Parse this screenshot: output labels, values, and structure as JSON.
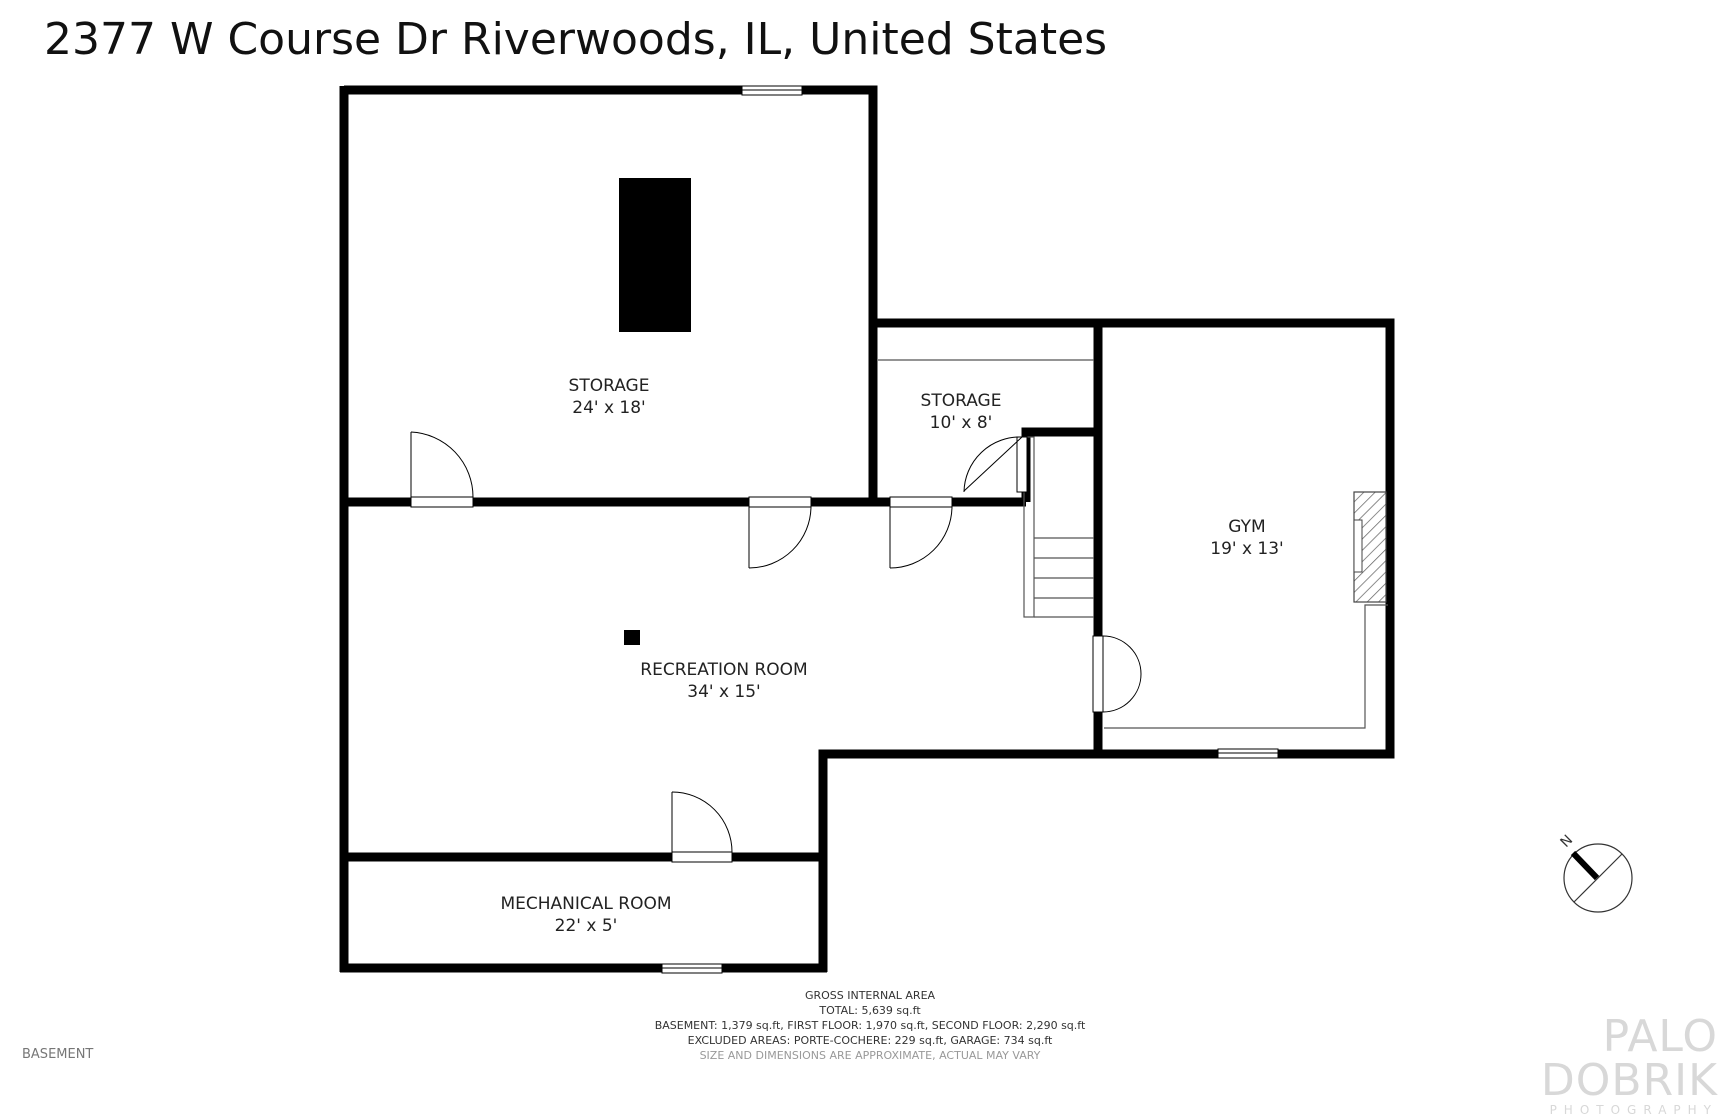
{
  "title": "2377 W Course Dr Riverwoods, IL, United States",
  "rooms": [
    {
      "name": "STORAGE",
      "dims": "24' x 18'"
    },
    {
      "name": "STORAGE",
      "dims": "10' x 8'"
    },
    {
      "name": "GYM",
      "dims": "19' x 13'"
    },
    {
      "name": "RECREATION ROOM",
      "dims": "34' x 15'"
    },
    {
      "name": "MECHANICAL ROOM",
      "dims": "22' x 5'"
    }
  ],
  "area": {
    "heading": "GROSS INTERNAL AREA",
    "total": "TOTAL: 5,639 sq.ft",
    "breakdown": "BASEMENT: 1,379 sq.ft, FIRST FLOOR: 1,970 sq.ft, SECOND FLOOR: 2,290 sq.ft",
    "excluded": "EXCLUDED AREAS: PORTE-COCHERE: 229 sq.ft, GARAGE: 734 sq.ft",
    "disclaimer": "SIZE AND DIMENSIONS ARE APPROXIMATE, ACTUAL MAY VARY"
  },
  "floor_name": "BASEMENT",
  "compass_label": "N",
  "brand": {
    "name": "PALO DOBRIK",
    "sub": "PHOTOGRAPHY"
  },
  "colors": {
    "wall": "#000000",
    "text": "#222222",
    "brand": "#d8d8d8"
  }
}
